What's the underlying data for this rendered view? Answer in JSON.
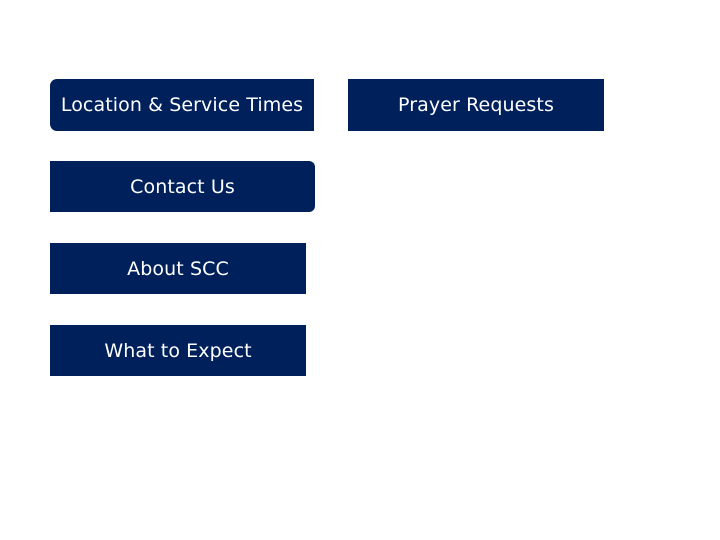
{
  "nav": {
    "location_label": "Location & Service Times",
    "prayer_label": "Prayer Requests",
    "contact_label": "Contact Us",
    "about_label": "About SCC",
    "expect_label": "What to Expect"
  },
  "colors": {
    "button_bg": "#00205b",
    "button_text": "#ffffff",
    "page_bg": "#ffffff"
  }
}
